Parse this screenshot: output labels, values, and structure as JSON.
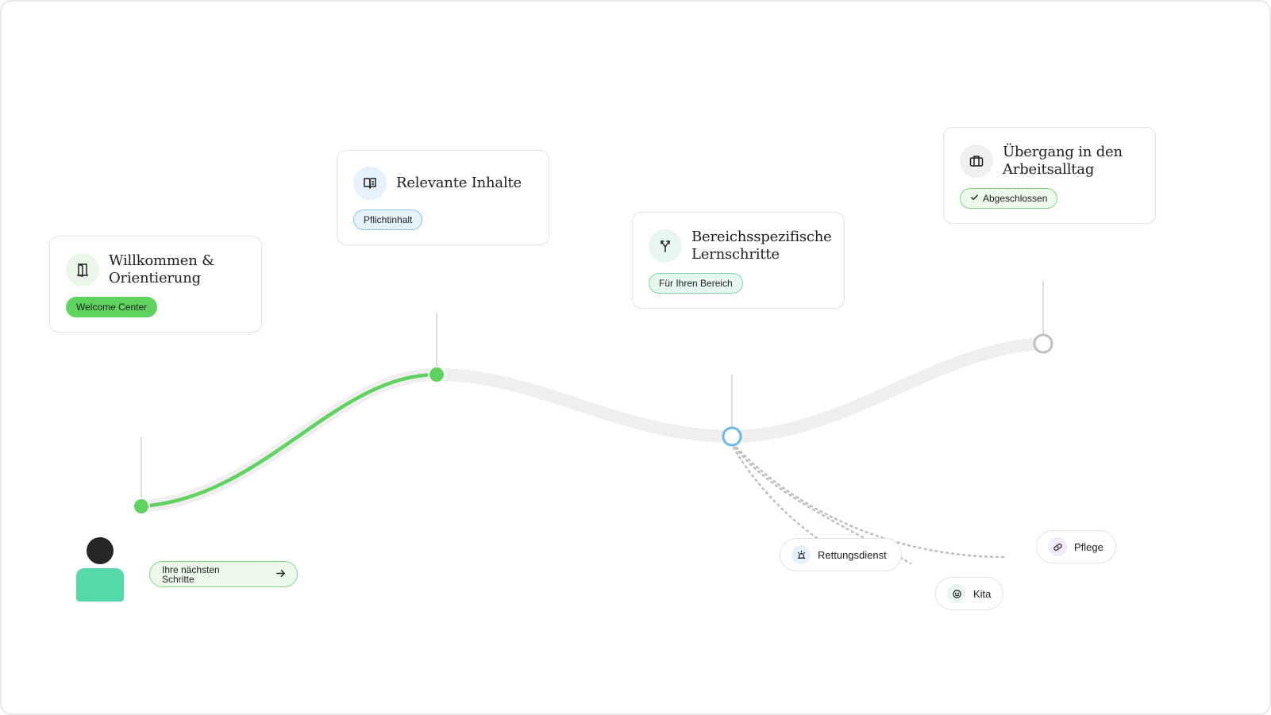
{
  "colors": {
    "accent_green": "#5ed45e",
    "accent_blue": "#6ab8ea",
    "track_gray": "#eeeeee",
    "connector_gray": "#cfcfcf",
    "dotted_gray": "#bdbdbd"
  },
  "stages": [
    {
      "title": "Willkommen & Orientierung",
      "tag": "Welcome Center",
      "icon": "door-icon"
    },
    {
      "title": "Relevante Inhalte",
      "tag": "Pflichtinhalt",
      "icon": "book-icon"
    },
    {
      "title": "Bereichsspezifische Lernschritte",
      "tag": "Für Ihren Bereich",
      "icon": "branch-icon"
    },
    {
      "title": "Übergang in den Arbeitsalltag",
      "tag": "Abgeschlossen",
      "icon": "briefcase-icon"
    }
  ],
  "branches": [
    {
      "label": "Rettungsdienst",
      "icon": "siren-icon"
    },
    {
      "label": "Kita",
      "icon": "child-face-icon"
    },
    {
      "label": "Pflege",
      "icon": "bandage-icon"
    }
  ],
  "next_steps": {
    "label": "Ihre nächsten Schritte",
    "icon": "arrow-right-icon"
  },
  "user": {
    "icon": "user-avatar-icon"
  }
}
